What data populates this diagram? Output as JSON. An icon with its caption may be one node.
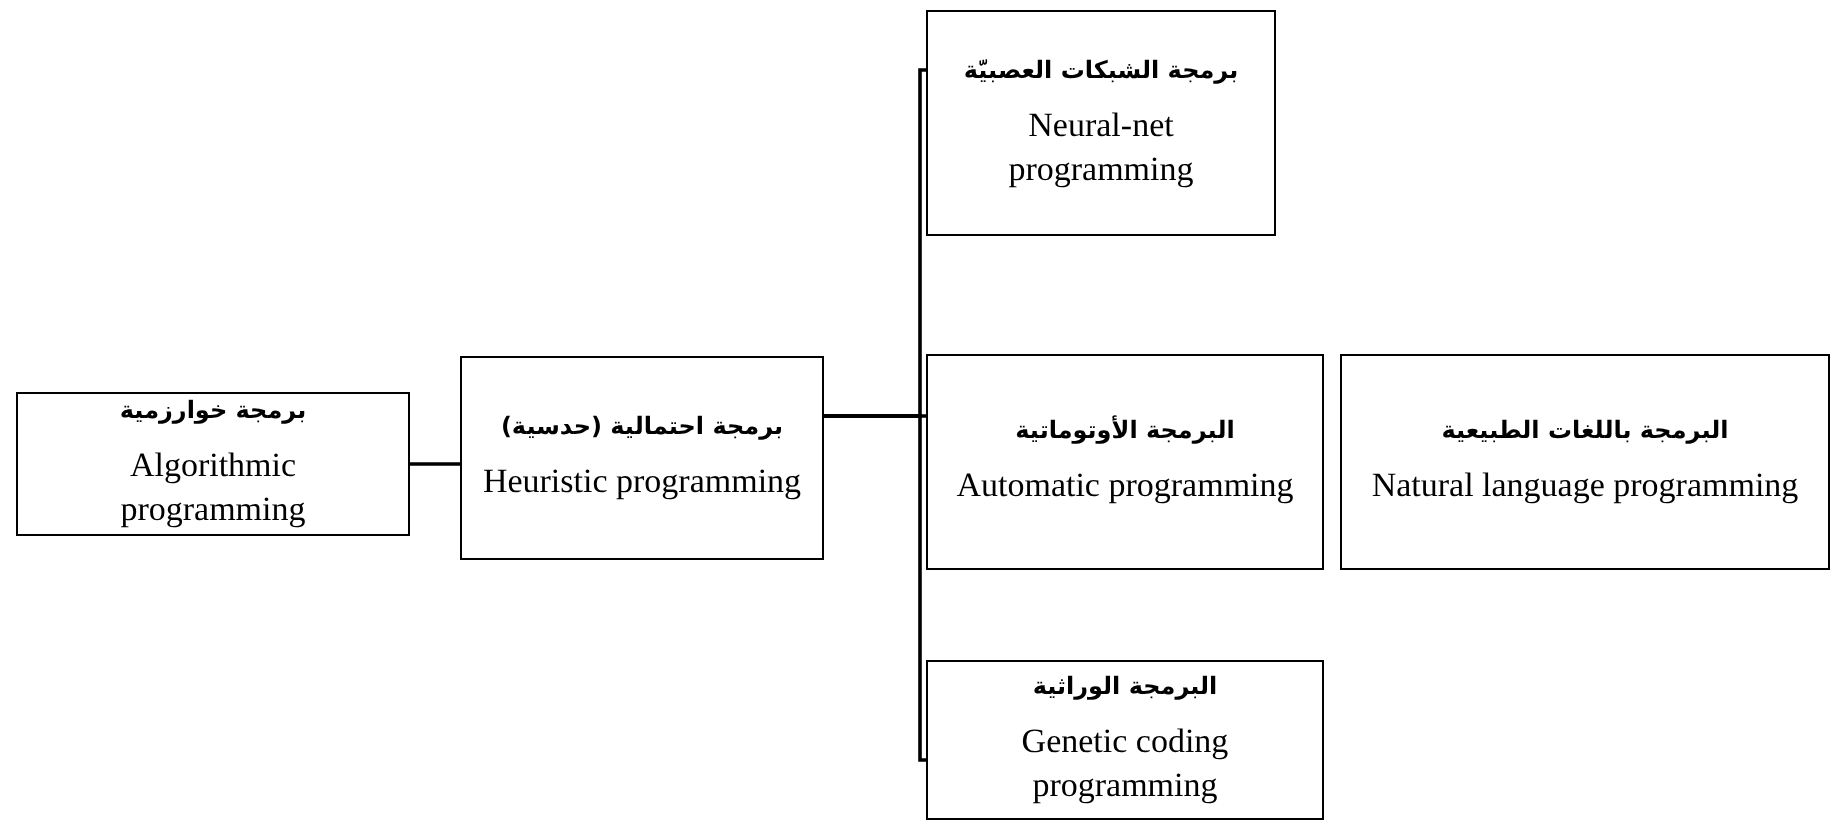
{
  "diagram": {
    "nodes": [
      {
        "text": [
          "برمجة خوارزمية",
          "Algorithmic programming"
        ]
      },
      {
        "text": [
          "برمجة احتمالية (حدسية)",
          "Heuristic programming"
        ]
      },
      {
        "text": [
          "برمجة الشبكات العصبيّة",
          "Neural-net programming"
        ]
      },
      {
        "text": [
          "البرمجة الأوتوماتية",
          "Automatic programming"
        ]
      },
      {
        "text": [
          "البرمجة باللغات الطبيعية",
          "Natural language programming"
        ]
      },
      {
        "text": [
          "البرمجة الوراثية",
          "Genetic coding programming"
        ]
      }
    ],
    "edges": [
      {
        "from": 0,
        "to": 1,
        "arrow": "none"
      },
      {
        "from": 1,
        "to": 2,
        "arrow": "none"
      },
      {
        "from": 1,
        "to": 3,
        "arrow": "none"
      },
      {
        "from": 1,
        "to": 5,
        "arrow": "none"
      }
    ]
  }
}
